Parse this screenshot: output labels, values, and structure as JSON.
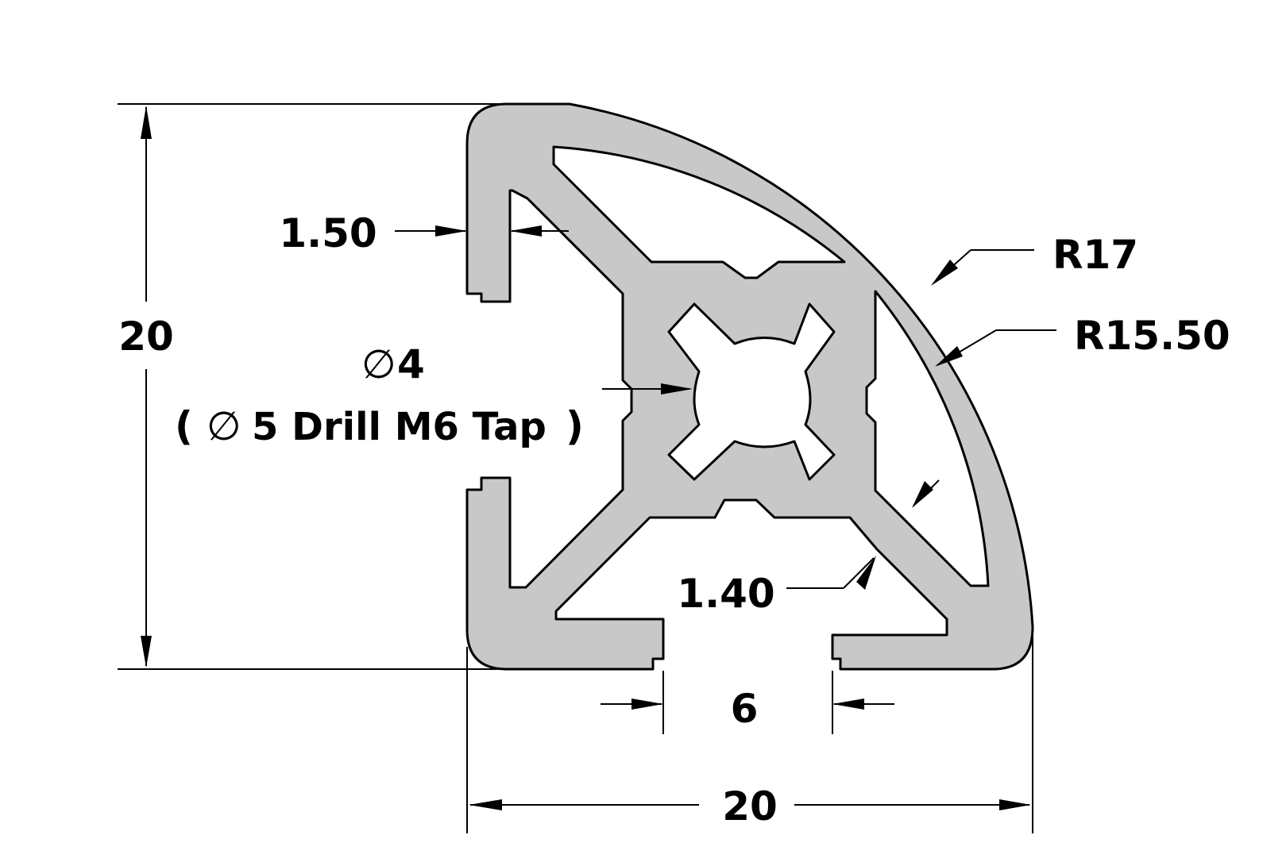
{
  "profile": {
    "fill_color": "#c8c8c8",
    "outline_color": "#000000"
  },
  "dimensions": {
    "height": "20",
    "width": "20",
    "wall_thickness": "1.50",
    "web_thickness": "1.40",
    "slot_opening": "6",
    "outer_radius": "R17",
    "inner_radius": "R15.50",
    "center_hole": "4",
    "center_hole_note": "5 Drill M6 Tap",
    "diameter_symbol": "∅"
  }
}
